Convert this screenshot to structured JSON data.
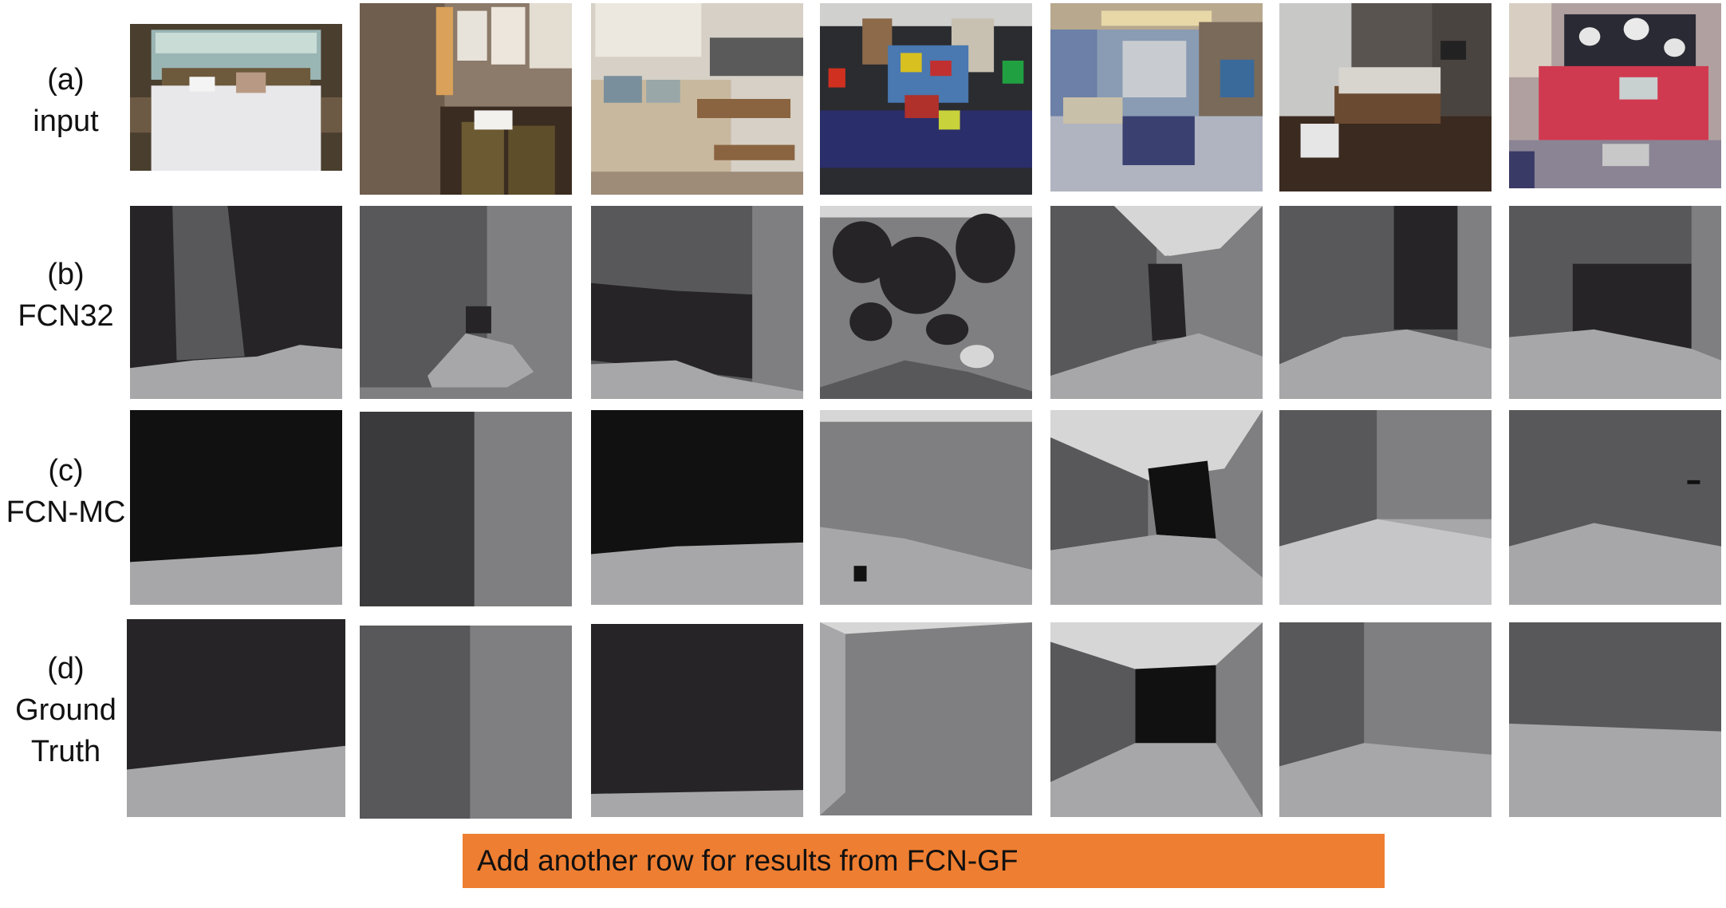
{
  "rows": [
    {
      "letter": "(a)",
      "name": "input"
    },
    {
      "letter": "(b)",
      "name": "FCN32"
    },
    {
      "letter": "(c)",
      "name": "FCN-MC"
    },
    {
      "letter": "(d)",
      "name": "Ground",
      "name2": "Truth"
    }
  ],
  "note": "Add another row for results from FCN-GF",
  "colors": {
    "note_bg": "#ee7e31",
    "seg_black": "#111111",
    "seg_dark": "#262426",
    "seg_mid_dark": "#58585a",
    "seg_mid": "#7f7f81",
    "seg_light": "#a7a7a9",
    "seg_lightest": "#d6d6d6"
  }
}
